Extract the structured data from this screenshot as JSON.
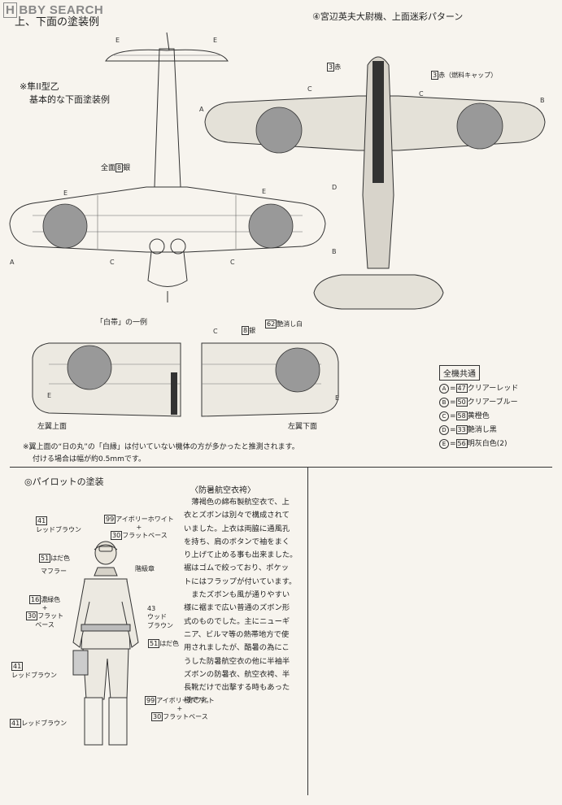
{
  "logo": {
    "part1": "H",
    "part2": "BBY SEARCH"
  },
  "header": {
    "top_left_title": "上、下面の塗装例",
    "top_right_title": "④宮辺英夫大尉機、上面迷彩パターン",
    "type_note_1": "※隼II型乙",
    "type_note_2": "基本的な下面塗装例",
    "all_silver": "全面",
    "all_silver_num": "8",
    "all_silver_label": "銀"
  },
  "labels": {
    "a": "A",
    "b": "B",
    "c": "C",
    "d": "D",
    "e": "E",
    "red3_num": "3",
    "red3": "赤",
    "fuel_cap": "赤（燃料キャップ）"
  },
  "white_band": {
    "title": "「白帯」の一例",
    "silver_num": "8",
    "silver": "銀",
    "flat_white_num": "62",
    "flat_white": "艶消し白",
    "left_upper": "左翼上面",
    "left_lower": "左翼下面"
  },
  "legend": {
    "title": "全機共通",
    "items": [
      {
        "key": "A",
        "num": "47",
        "name": "クリアーレッド"
      },
      {
        "key": "B",
        "num": "50",
        "name": "クリアーブルー"
      },
      {
        "key": "C",
        "num": "58",
        "name": "黄橙色"
      },
      {
        "key": "D",
        "num": "33",
        "name": "艶消し黒"
      },
      {
        "key": "E",
        "num": "56",
        "name": "明灰白色(2)"
      }
    ]
  },
  "footnote": {
    "line1": "※翼上面の“日の丸”の「白縁」は付いていない機体の方が多かったと推測されます。",
    "line2": "付ける場合は幅が約0.5mmです。"
  },
  "pilot": {
    "title": "◎パイロットの塗装",
    "c41a_num": "41",
    "c41a": "レッドブラウン",
    "c99a_num": "99",
    "c99a": "アイボリーホワイト",
    "plus": "+",
    "c30a_num": "30",
    "c30a": "フラットベース",
    "c51a_num": "51",
    "c51a": "はだ色",
    "muffler": "マフラー",
    "rank": "階級章",
    "c16_num": "16",
    "c16": "濃緑色",
    "c30b_num": "30",
    "c30b_1": "フラット",
    "c30b_2": "ベース",
    "c43_num": "43",
    "c43_1": "ウッド",
    "c43_2": "ブラウン",
    "c51b_num": "51",
    "c51b": "はだ色",
    "c41b_num": "41",
    "c41b": "レッドブラウン",
    "c99b_num": "99",
    "c99b": "アイボリーホワイト",
    "c30c_num": "30",
    "c30c": "フラットベース",
    "c41c_num": "41",
    "c41c": "レッドブラウン"
  },
  "article": {
    "title": "〈防暑航空衣袴〉",
    "lines": [
      "　薄褐色の綿布製航空衣で、上",
      "衣とズボンは別々で構成されて",
      "いました。上衣は両脇に通風孔",
      "を持ち、肩のボタンで袖をまく",
      "り上げて止める事も出来ました。",
      "裾はゴムで絞っており、ポケッ",
      "トにはフラップが付いています。",
      "　またズボンも風が通りやすい",
      "様に裾まで広い普通のズボン形",
      "式のものでした。主にニューギ",
      "ニア、ビルマ等の熱帯地方で使",
      "用されましたが、酷暑の為にこ",
      "うした防暑航空衣の他に半袖半",
      "ズボンの防暑衣、航空衣袴、半",
      "長靴だけで出撃する時もあった",
      "様です。"
    ]
  }
}
